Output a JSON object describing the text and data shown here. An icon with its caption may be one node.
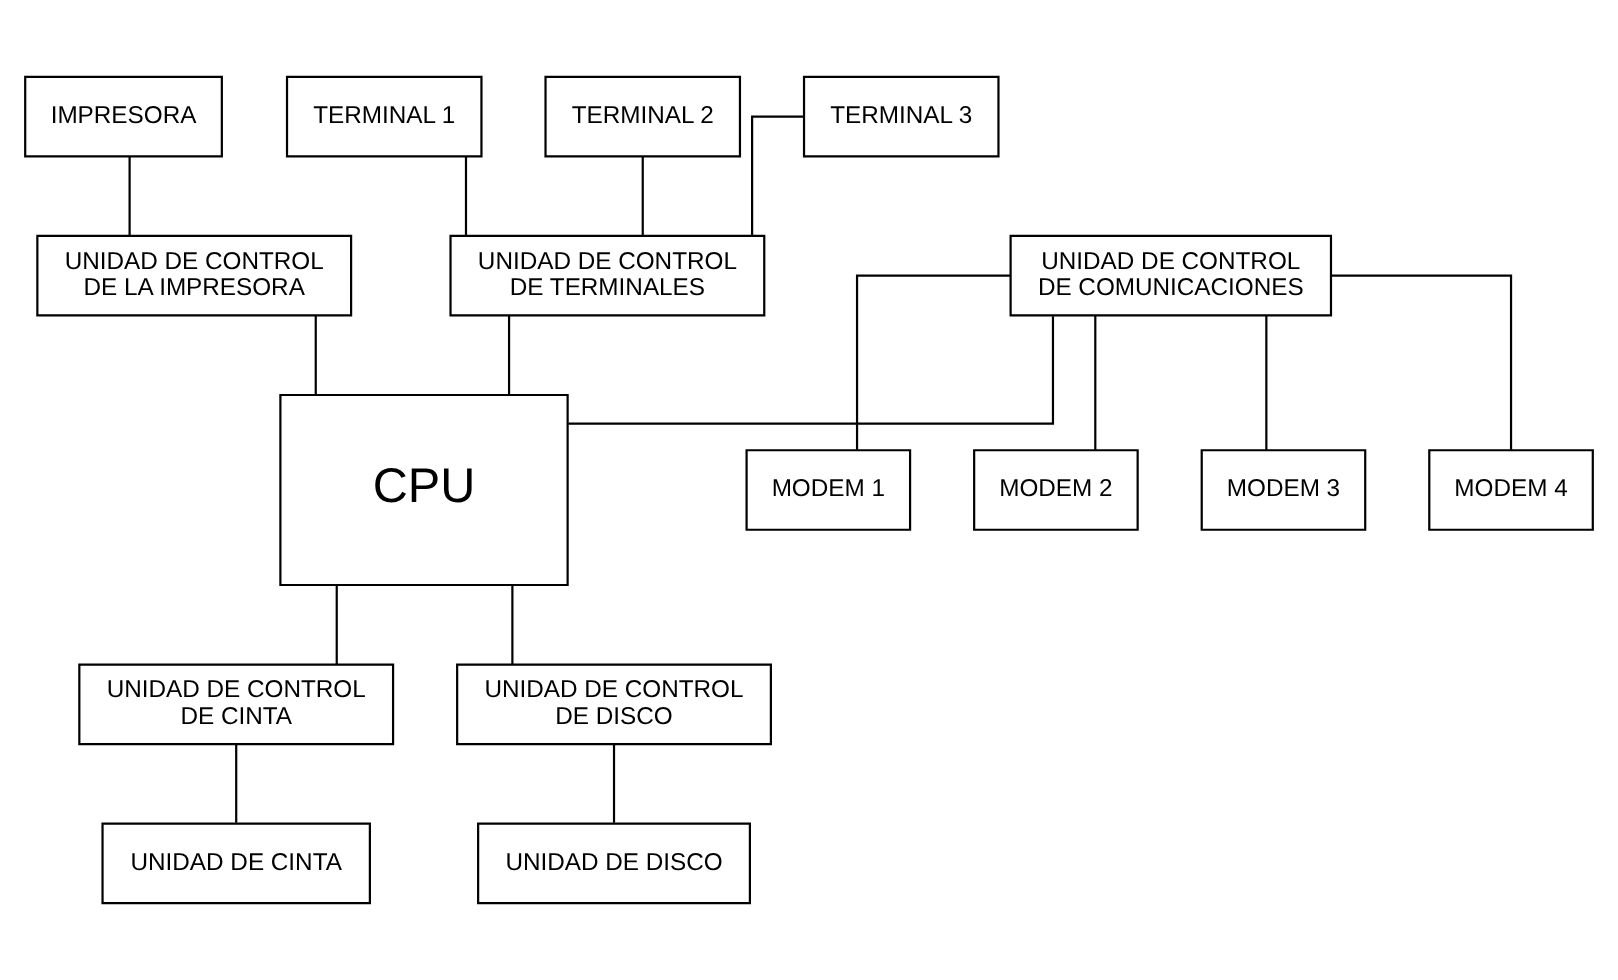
{
  "diagram": {
    "nodes": [
      {
        "text": [
          "IMPRESORA"
        ]
      },
      {
        "text": [
          "UNIDAD DE CONTROL DE LA IMPRESORA"
        ]
      },
      {
        "text": [
          "TERMINAL 1"
        ]
      },
      {
        "text": [
          "TERMINAL 2"
        ]
      },
      {
        "text": [
          "TERMINAL 3"
        ]
      },
      {
        "text": [
          "UNIDAD DE CONTROL DE TERMINALES"
        ]
      },
      {
        "text": [
          "UNIDAD DE CONTROL DE COMUNICACIONES"
        ]
      },
      {
        "text": [
          "CPU"
        ]
      },
      {
        "text": [
          "MODEM 1"
        ]
      },
      {
        "text": [
          "MODEM 2"
        ]
      },
      {
        "text": [
          "MODEM 3"
        ]
      },
      {
        "text": [
          "MODEM 4"
        ]
      },
      {
        "text": [
          "UNIDAD DE CONTROL DE CINTA"
        ]
      },
      {
        "text": [
          "UNIDAD DE CONTROL DE DISCO"
        ]
      },
      {
        "text": [
          "UNIDAD DE CINTA"
        ]
      },
      {
        "text": [
          "UNIDAD DE DISCO"
        ]
      }
    ],
    "edges": [
      {
        "from": 0,
        "to": 1,
        "arrow": "none"
      },
      {
        "from": 1,
        "to": 7,
        "arrow": "none"
      },
      {
        "from": 2,
        "to": 5,
        "arrow": "none"
      },
      {
        "from": 3,
        "to": 5,
        "arrow": "none"
      },
      {
        "from": 4,
        "to": 5,
        "arrow": "none"
      },
      {
        "from": 5,
        "to": 7,
        "arrow": "none"
      },
      {
        "from": 6,
        "to": 7,
        "arrow": "none"
      },
      {
        "from": 6,
        "to": 8,
        "arrow": "none"
      },
      {
        "from": 6,
        "to": 9,
        "arrow": "none"
      },
      {
        "from": 6,
        "to": 10,
        "arrow": "none"
      },
      {
        "from": 6,
        "to": 11,
        "arrow": "none"
      },
      {
        "from": 7,
        "to": 13,
        "arrow": "none"
      },
      {
        "from": 7,
        "to": 12,
        "arrow": "none"
      },
      {
        "from": 12,
        "to": 14,
        "arrow": "none"
      },
      {
        "from": 13,
        "to": 15,
        "arrow": "none"
      }
    ]
  }
}
